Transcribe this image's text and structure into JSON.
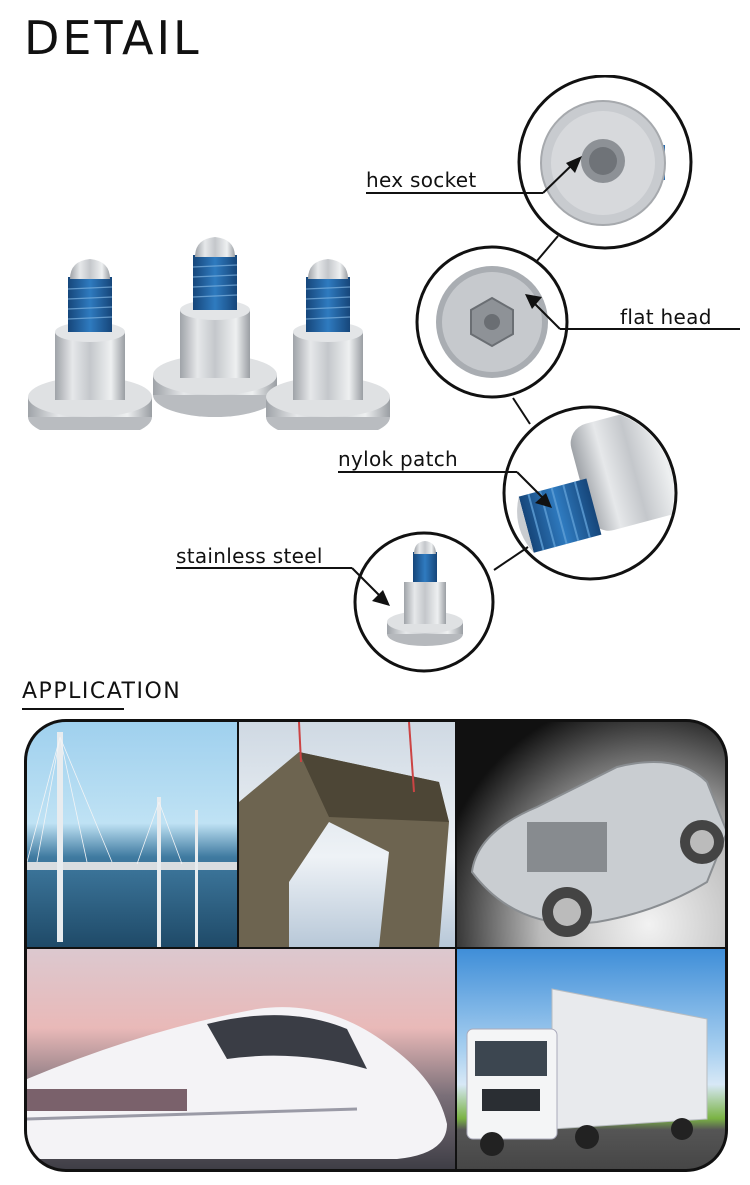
{
  "detail_section": {
    "title": "DETAIL",
    "callouts": [
      {
        "id": "hex-socket",
        "label": "hex socket"
      },
      {
        "id": "flat-head",
        "label": "flat head"
      },
      {
        "id": "nylok-patch",
        "label": "nylok patch"
      },
      {
        "id": "stainless-steel",
        "label": "stainless steel"
      }
    ],
    "colors": {
      "nylok_blue": "#1f5f9e",
      "steel": "#c9ccd0",
      "outline": "#111111"
    }
  },
  "application_section": {
    "title": "APPLICATION",
    "images": [
      {
        "id": "bridge",
        "subject": "cable-stayed bridge"
      },
      {
        "id": "building",
        "subject": "skyscraper construction"
      },
      {
        "id": "car",
        "subject": "car cutaway"
      },
      {
        "id": "train",
        "subject": "high-speed train"
      },
      {
        "id": "truck",
        "subject": "cargo truck"
      }
    ]
  }
}
